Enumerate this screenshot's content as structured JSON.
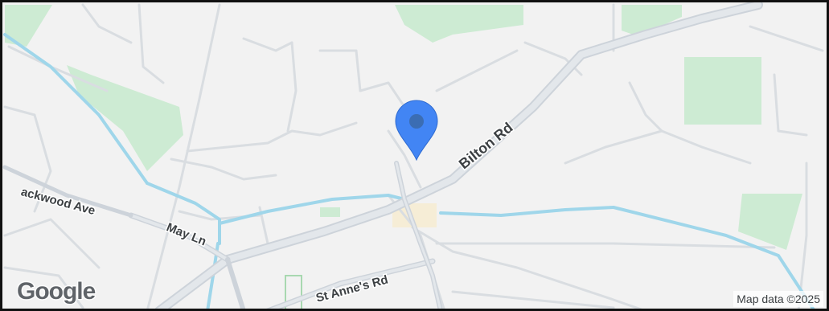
{
  "map": {
    "roads": {
      "bilton_rd": "Bilton Rd",
      "blackwood_ave": "ackwood Ave",
      "may_ln": "May Ln",
      "st_annes_rd": "St Anne's Rd"
    },
    "attribution": "Map data ©2025",
    "logo": "Google",
    "colors": {
      "background": "#f2f2f2",
      "park": "#cdebd3",
      "water": "#9fd6ea",
      "major_road": "#dfe3e8",
      "minor_road": "#d9dde1",
      "pin": "#4285f4",
      "pin_dot": "#3b6db3",
      "label": "#3c4043"
    },
    "marker": {
      "icon": "location-pin-icon"
    }
  }
}
